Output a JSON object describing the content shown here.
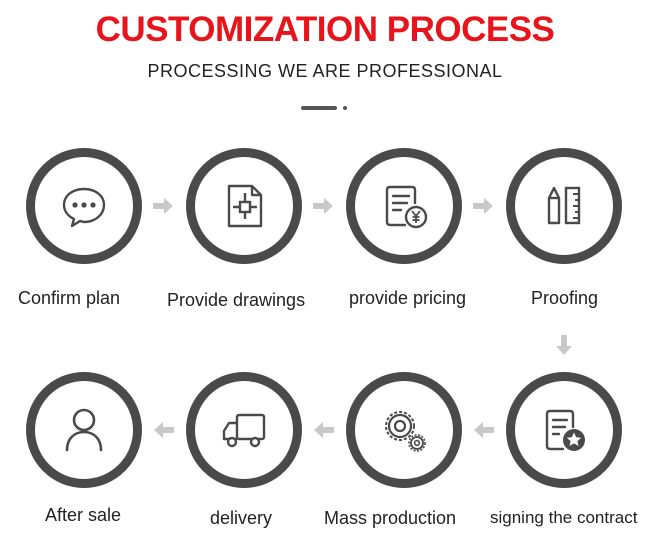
{
  "header": {
    "title": "CUSTOMIZATION PROCESS",
    "subtitle": "PROCESSING WE ARE PROFESSIONAL"
  },
  "colors": {
    "title": "#e8141b",
    "ring": "#4a4a4a",
    "arrow": "#c8c8c8"
  },
  "steps": [
    {
      "label": "Confirm plan",
      "icon": "chat-bubble-icon"
    },
    {
      "label": "Provide drawings",
      "icon": "drawing-document-icon"
    },
    {
      "label": "provide pricing",
      "icon": "price-document-icon"
    },
    {
      "label": "Proofing",
      "icon": "pencil-ruler-icon"
    },
    {
      "label": "signing the contract",
      "icon": "contract-star-icon"
    },
    {
      "label": "Mass production",
      "icon": "gears-icon"
    },
    {
      "label": "delivery",
      "icon": "truck-icon"
    },
    {
      "label": "After sale",
      "icon": "user-icon"
    }
  ]
}
